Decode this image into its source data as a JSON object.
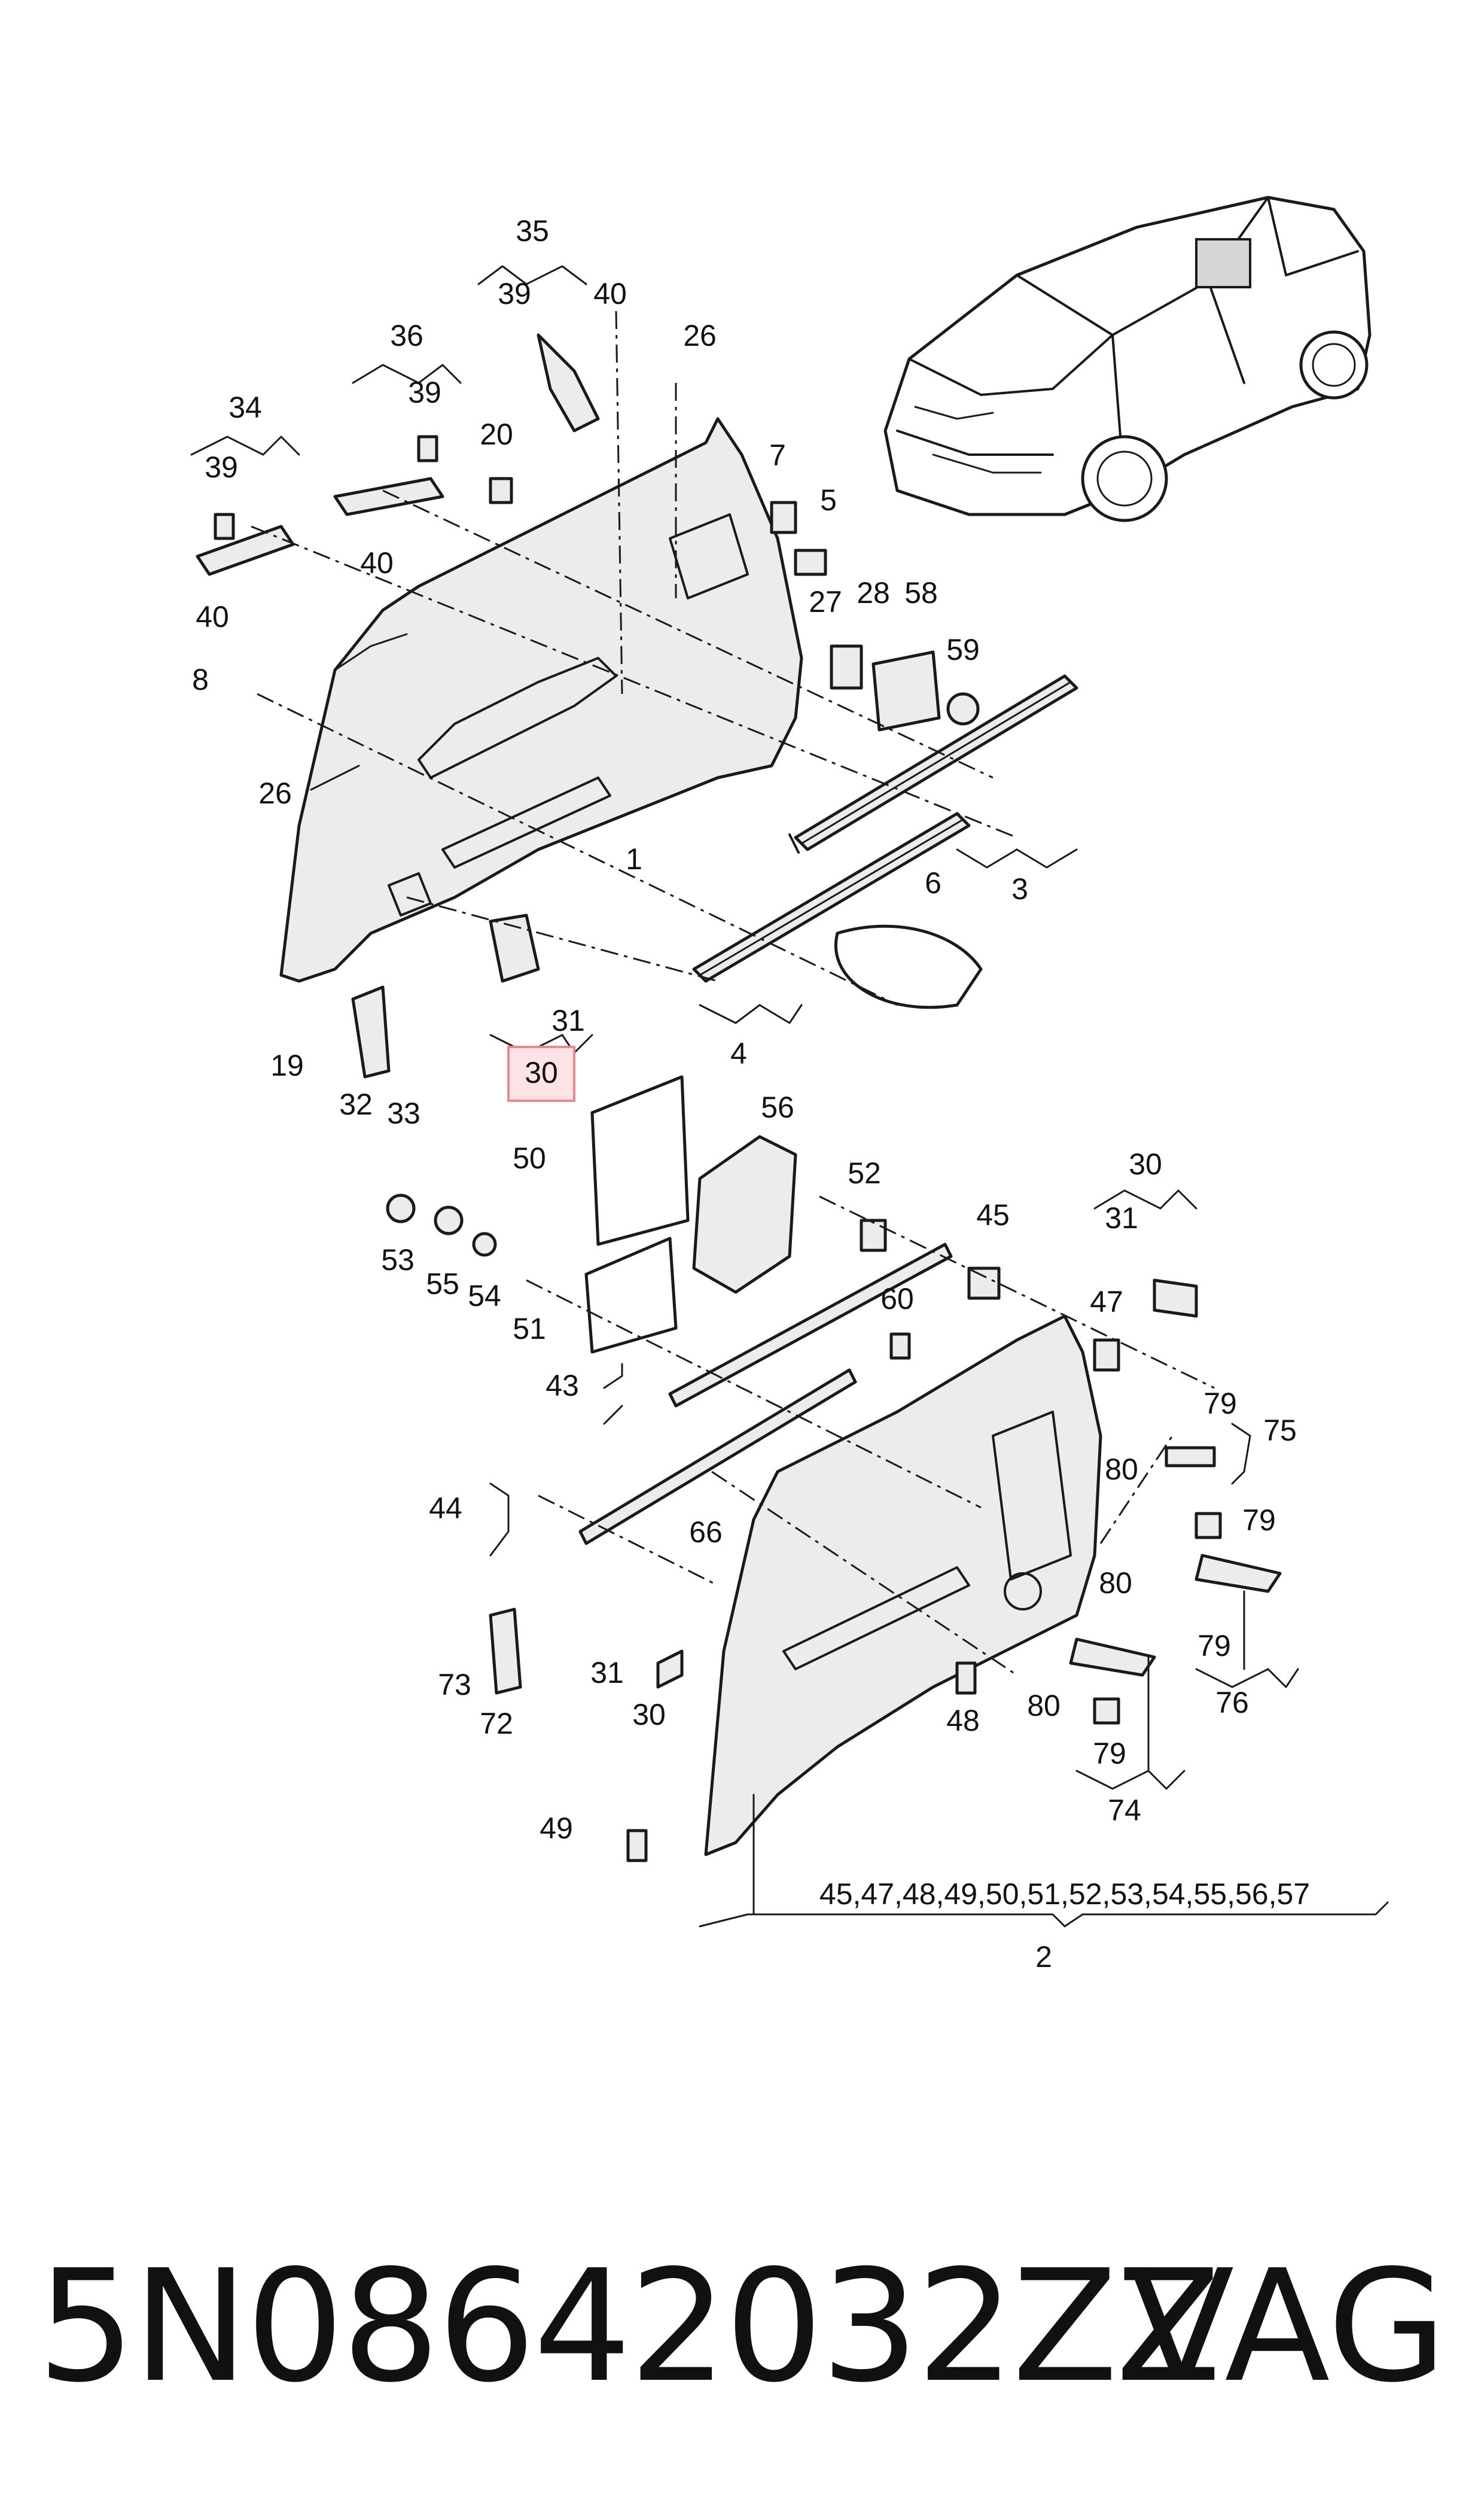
{
  "labels": {
    "l35": "35",
    "l36": "36",
    "l34": "34",
    "l39a": "39",
    "l40a": "40",
    "l39b": "39",
    "l26a": "26",
    "l20": "20",
    "l7": "7",
    "l5": "5",
    "l39c": "39",
    "l40b": "40",
    "l40c": "40",
    "l28": "28",
    "l58": "58",
    "l27": "27",
    "l59": "59",
    "l8": "8",
    "l26b": "26",
    "l1": "1",
    "l3": "3",
    "l6": "6",
    "l19": "19",
    "l31a": "31",
    "l30a": "30",
    "l32": "32",
    "l33": "33",
    "l4": "4",
    "l50": "50",
    "l56": "56",
    "l52": "52",
    "l45": "45",
    "l30b": "30",
    "l31b": "31",
    "l53": "53",
    "l55": "55",
    "l54": "54",
    "l51": "51",
    "l60": "60",
    "l47": "47",
    "l43": "43",
    "l79a": "79",
    "l75": "75",
    "l80a": "80",
    "l44": "44",
    "l66": "66",
    "l79b": "79",
    "l80b": "80",
    "l79c": "79",
    "l76": "76",
    "l73": "73",
    "l31c": "31",
    "l30c": "30",
    "l72": "72",
    "l80c": "80",
    "l48": "48",
    "l79d": "79",
    "l74": "74",
    "l49": "49",
    "l2": "2",
    "group2": "45,47,48,49,50,51,52,53,54,55,56,57"
  },
  "footer": {
    "part_number": "5N0864203 2ZZ",
    "part_number_display": "5N08642032ZZ",
    "brand": "VAG"
  },
  "colors": {
    "highlight_fill": "#fde3e6",
    "highlight_stroke": "#e8898f",
    "line": "#1a1a1a"
  }
}
